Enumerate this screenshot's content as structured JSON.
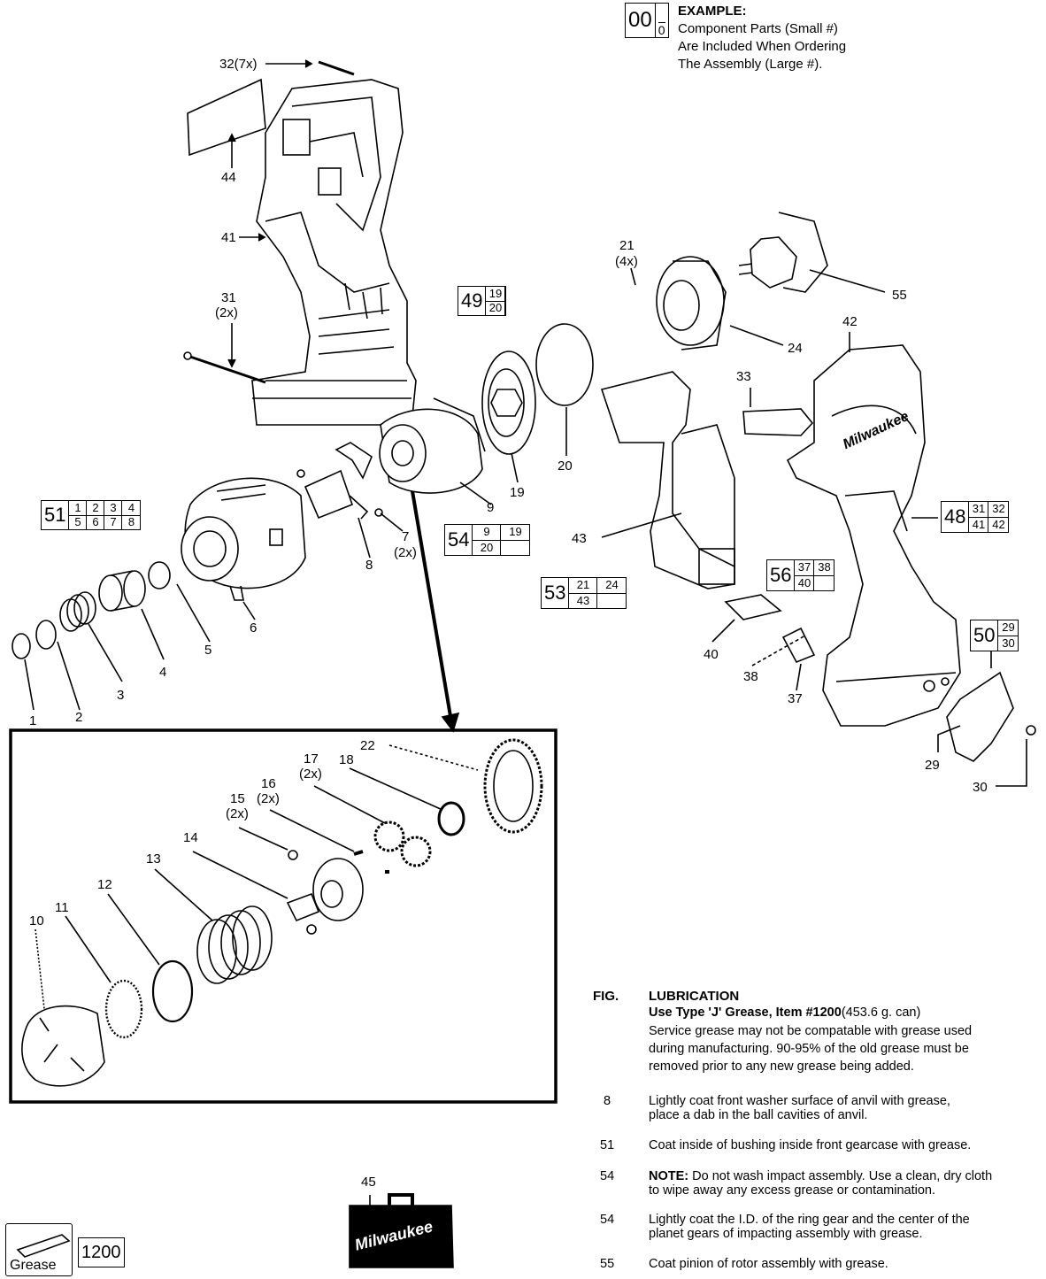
{
  "example": {
    "assembly": "00",
    "component": "0",
    "title": "EXAMPLE:",
    "lines": [
      "Component Parts (Small #)",
      "Are Included When Ordering",
      "The Assembly (Large #)."
    ]
  },
  "callouts": {
    "c1": "1",
    "c2": "2",
    "c3": "3",
    "c4": "4",
    "c5": "5",
    "c6": "6",
    "c7": "7",
    "c7q": "(2x)",
    "c8": "8",
    "c9": "9",
    "c10": "10",
    "c11": "11",
    "c12": "12",
    "c13": "13",
    "c14": "14",
    "c15": "15",
    "c15q": "(2x)",
    "c16": "16",
    "c16q": "(2x)",
    "c17": "17",
    "c17q": "(2x)",
    "c18": "18",
    "c19": "19",
    "c20": "20",
    "c21": "21",
    "c21q": "(4x)",
    "c22": "22",
    "c24": "24",
    "c29": "29",
    "c30": "30",
    "c31": "31",
    "c31q": "(2x)",
    "c32": "32(7x)",
    "c33": "33",
    "c37": "37",
    "c38": "38",
    "c40": "40",
    "c41": "41",
    "c42": "42",
    "c43": "43",
    "c44": "44",
    "c45": "45",
    "c55": "55"
  },
  "assemblies": {
    "a49": {
      "main": "49",
      "parts": [
        "19",
        "20"
      ]
    },
    "a51": {
      "main": "51",
      "parts": [
        "1",
        "2",
        "3",
        "4",
        "5",
        "6",
        "7",
        "8"
      ]
    },
    "a54": {
      "main": "54",
      "parts": [
        "9",
        "19",
        "20",
        ""
      ]
    },
    "a53": {
      "main": "53",
      "parts": [
        "21",
        "24",
        "43",
        ""
      ]
    },
    "a56": {
      "main": "56",
      "parts": [
        "37",
        "38",
        "40",
        ""
      ]
    },
    "a48": {
      "main": "48",
      "parts": [
        "31",
        "32",
        "41",
        "42"
      ]
    },
    "a50": {
      "main": "50",
      "parts": [
        "29",
        "30"
      ]
    }
  },
  "grease": {
    "label": "Grease",
    "item": "1200"
  },
  "case_logo": "Milwaukee",
  "housing_logo": "Milwaukee",
  "lubrication": {
    "fig_header": "FIG.",
    "title": "LUBRICATION",
    "use_type": "Use Type 'J' Grease, Item #1200",
    "use_type_size": "(453.6 g. can)",
    "intro_1": "Service grease may not be compatable with grease  used",
    "intro_2": "during manufacturing. 90-95% of the old grease must be",
    "intro_3": "removed prior to any new grease being added.",
    "notes": [
      {
        "fig": "8",
        "l1": "Lightly coat front washer surface of anvil with grease,",
        "l2": "place a dab in the ball cavities of anvil."
      },
      {
        "fig": "51",
        "l1": "Coat inside of bushing inside front gearcase with grease.",
        "l2": ""
      },
      {
        "fig": "54",
        "bold": "NOTE:",
        "l1": " Do not wash impact assembly. Use a clean, dry cloth",
        "l2": "to wipe away any excess grease or contamination."
      },
      {
        "fig": "54",
        "l1": "Lightly coat the I.D. of the ring gear and the center of the",
        "l2": "planet gears of impacting assembly with grease."
      },
      {
        "fig": "55",
        "l1": "Coat pinion of rotor assembly with grease.",
        "l2": ""
      }
    ]
  }
}
